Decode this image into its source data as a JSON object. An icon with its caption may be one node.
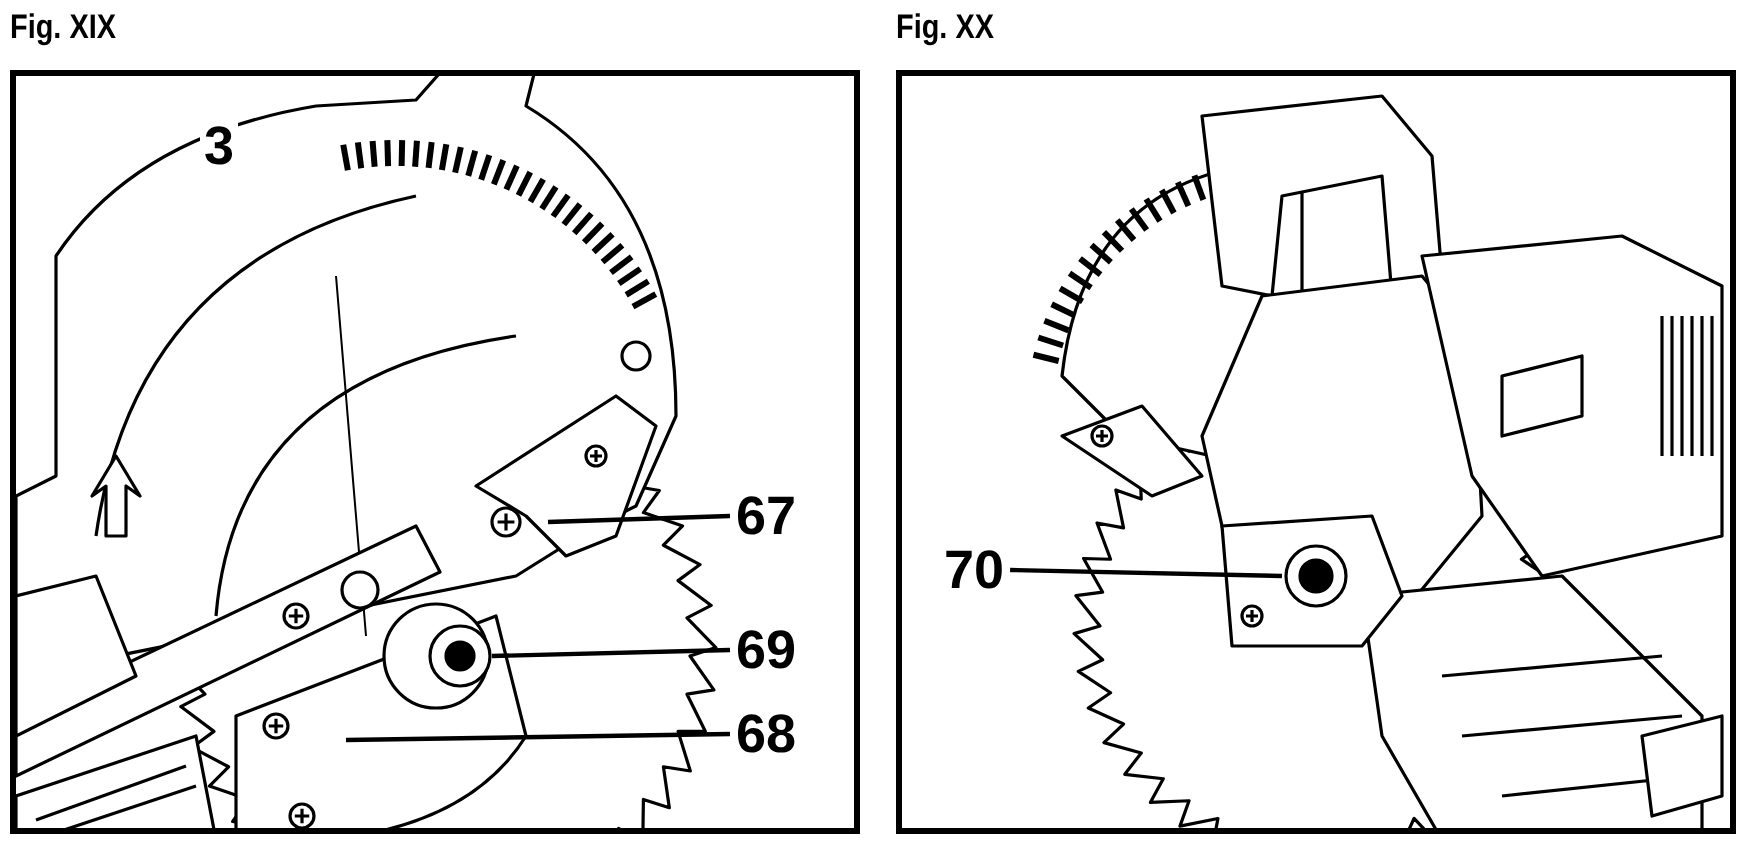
{
  "diagram": {
    "nodes": [
      {
        "text": [
          "Fig. XIX"
        ]
      },
      {
        "text": [
          "67"
        ],
        "in": 0
      },
      {
        "text": [
          "69"
        ],
        "in": 0
      },
      {
        "text": [
          "68"
        ],
        "in": 0
      },
      {
        "text": [
          "Fig. XX"
        ]
      },
      {
        "text": [
          "70"
        ],
        "in": 4
      }
    ],
    "edges": [
      {
        "from": 1,
        "to": null,
        "arrow": "none"
      },
      {
        "from": 2,
        "to": null,
        "arrow": "none"
      },
      {
        "from": 3,
        "to": null,
        "arrow": "none"
      },
      {
        "from": 5,
        "to": null,
        "arrow": "none"
      }
    ],
    "labels": [
      "3"
    ]
  }
}
